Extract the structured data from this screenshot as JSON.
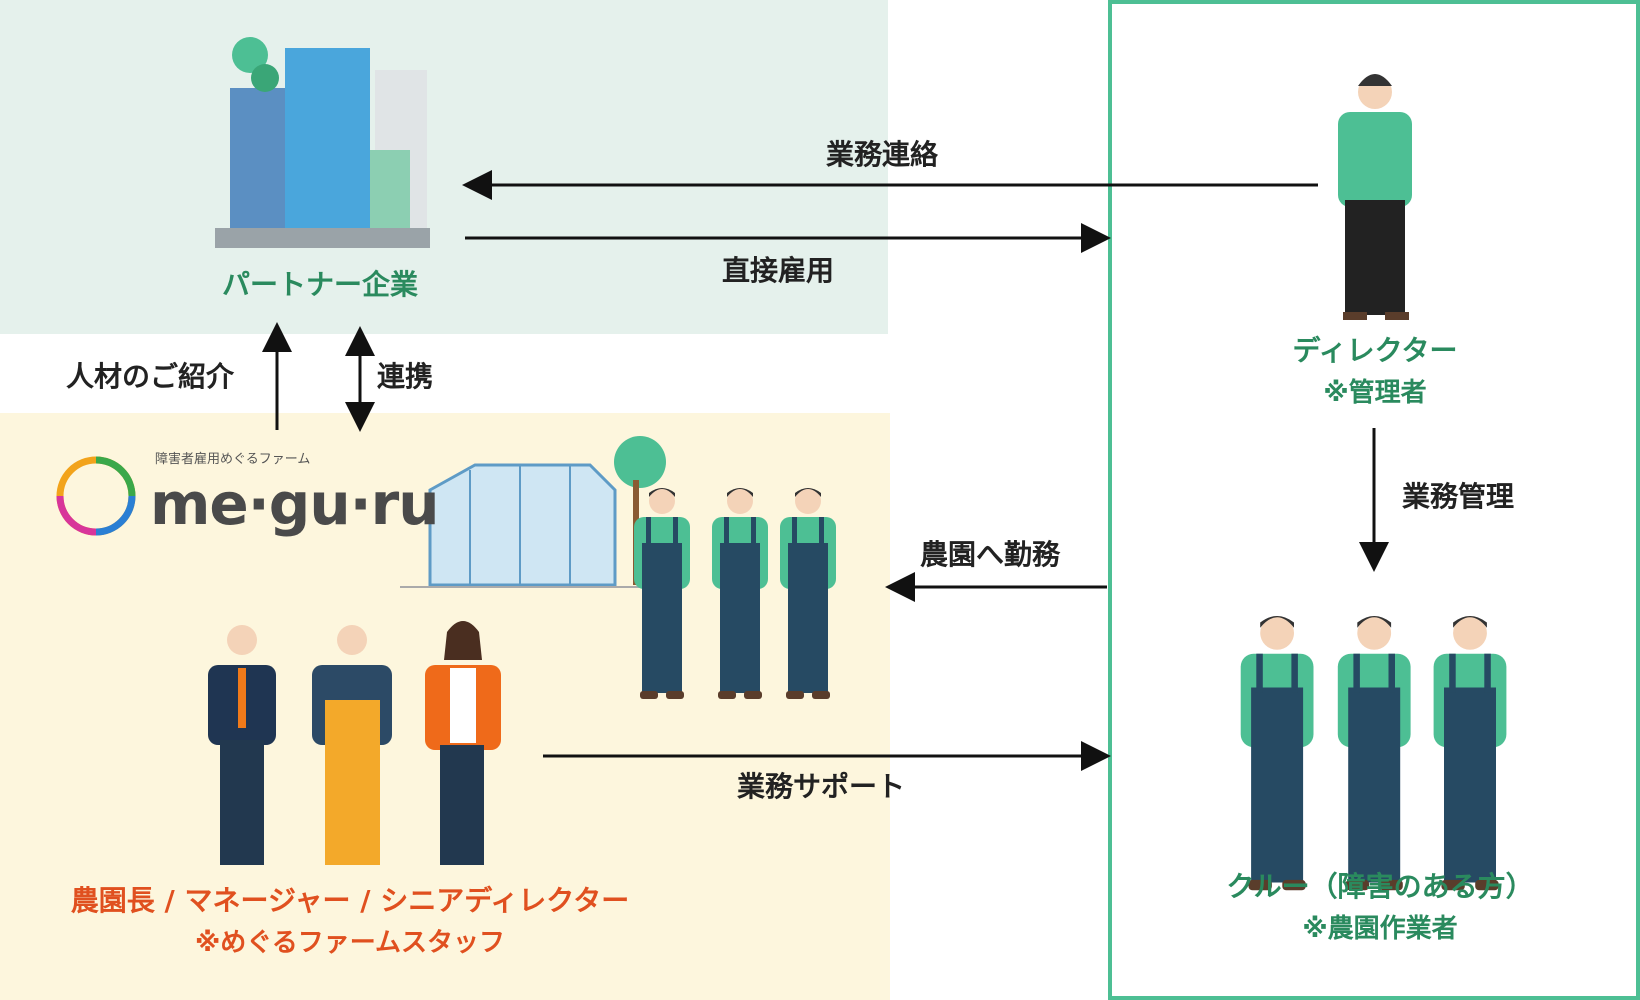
{
  "partner": {
    "label": "パートナー企業"
  },
  "arrows": {
    "business_contact": "業務連絡",
    "direct_employment": "直接雇用",
    "talent_referral": "人材のご紹介",
    "cooperation": "連携",
    "work_at_farm": "農園へ勤務",
    "business_support": "業務サポート",
    "business_management": "業務管理"
  },
  "logo": {
    "subtitle": "障害者雇用めぐるファーム",
    "wordmark": "me·gu·ru"
  },
  "staff": {
    "title": "農園長 / マネージャー / シニアディレクター",
    "note": "※めぐるファームスタッフ"
  },
  "director": {
    "title": "ディレクター",
    "note": "※管理者"
  },
  "crew": {
    "title": "クルー（障害のある方）",
    "note": "※農園作業者"
  },
  "colors": {
    "green": "#4dbf94",
    "green_text": "#2a8a5e",
    "orange": "#e0501f",
    "top_bg": "#e5f1ec",
    "bottom_bg": "#fdf6dd"
  }
}
